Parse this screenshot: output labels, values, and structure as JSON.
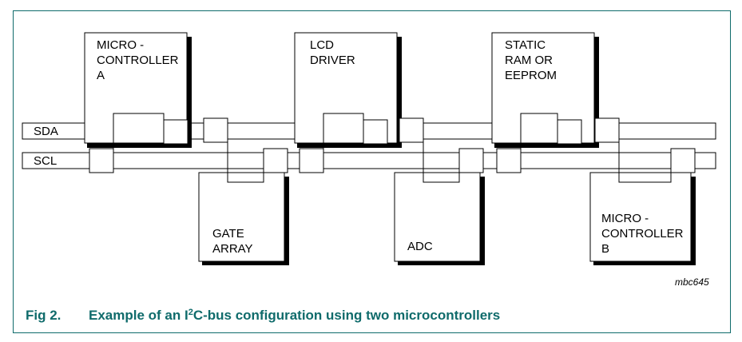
{
  "buses": {
    "sda": "SDA",
    "scl": "SCL"
  },
  "blocks": {
    "micro_a": [
      "MICRO -",
      "CONTROLLER",
      "A"
    ],
    "lcd": [
      "LCD",
      "DRIVER"
    ],
    "sram": [
      "STATIC",
      "RAM OR",
      "EEPROM"
    ],
    "gate": [
      "GATE",
      "ARRAY"
    ],
    "adc": [
      "ADC"
    ],
    "micro_b": [
      "MICRO -",
      "CONTROLLER",
      "B"
    ]
  },
  "figure_ref": "mbc645",
  "caption": {
    "number": "Fig 2.",
    "prefix": "Example of an I",
    "superscript": "2",
    "suffix": "C-bus configuration using two microcontrollers"
  },
  "colors": {
    "caption": "#0f6b6b",
    "frame": "#0f6b6b",
    "line": "#000000"
  }
}
